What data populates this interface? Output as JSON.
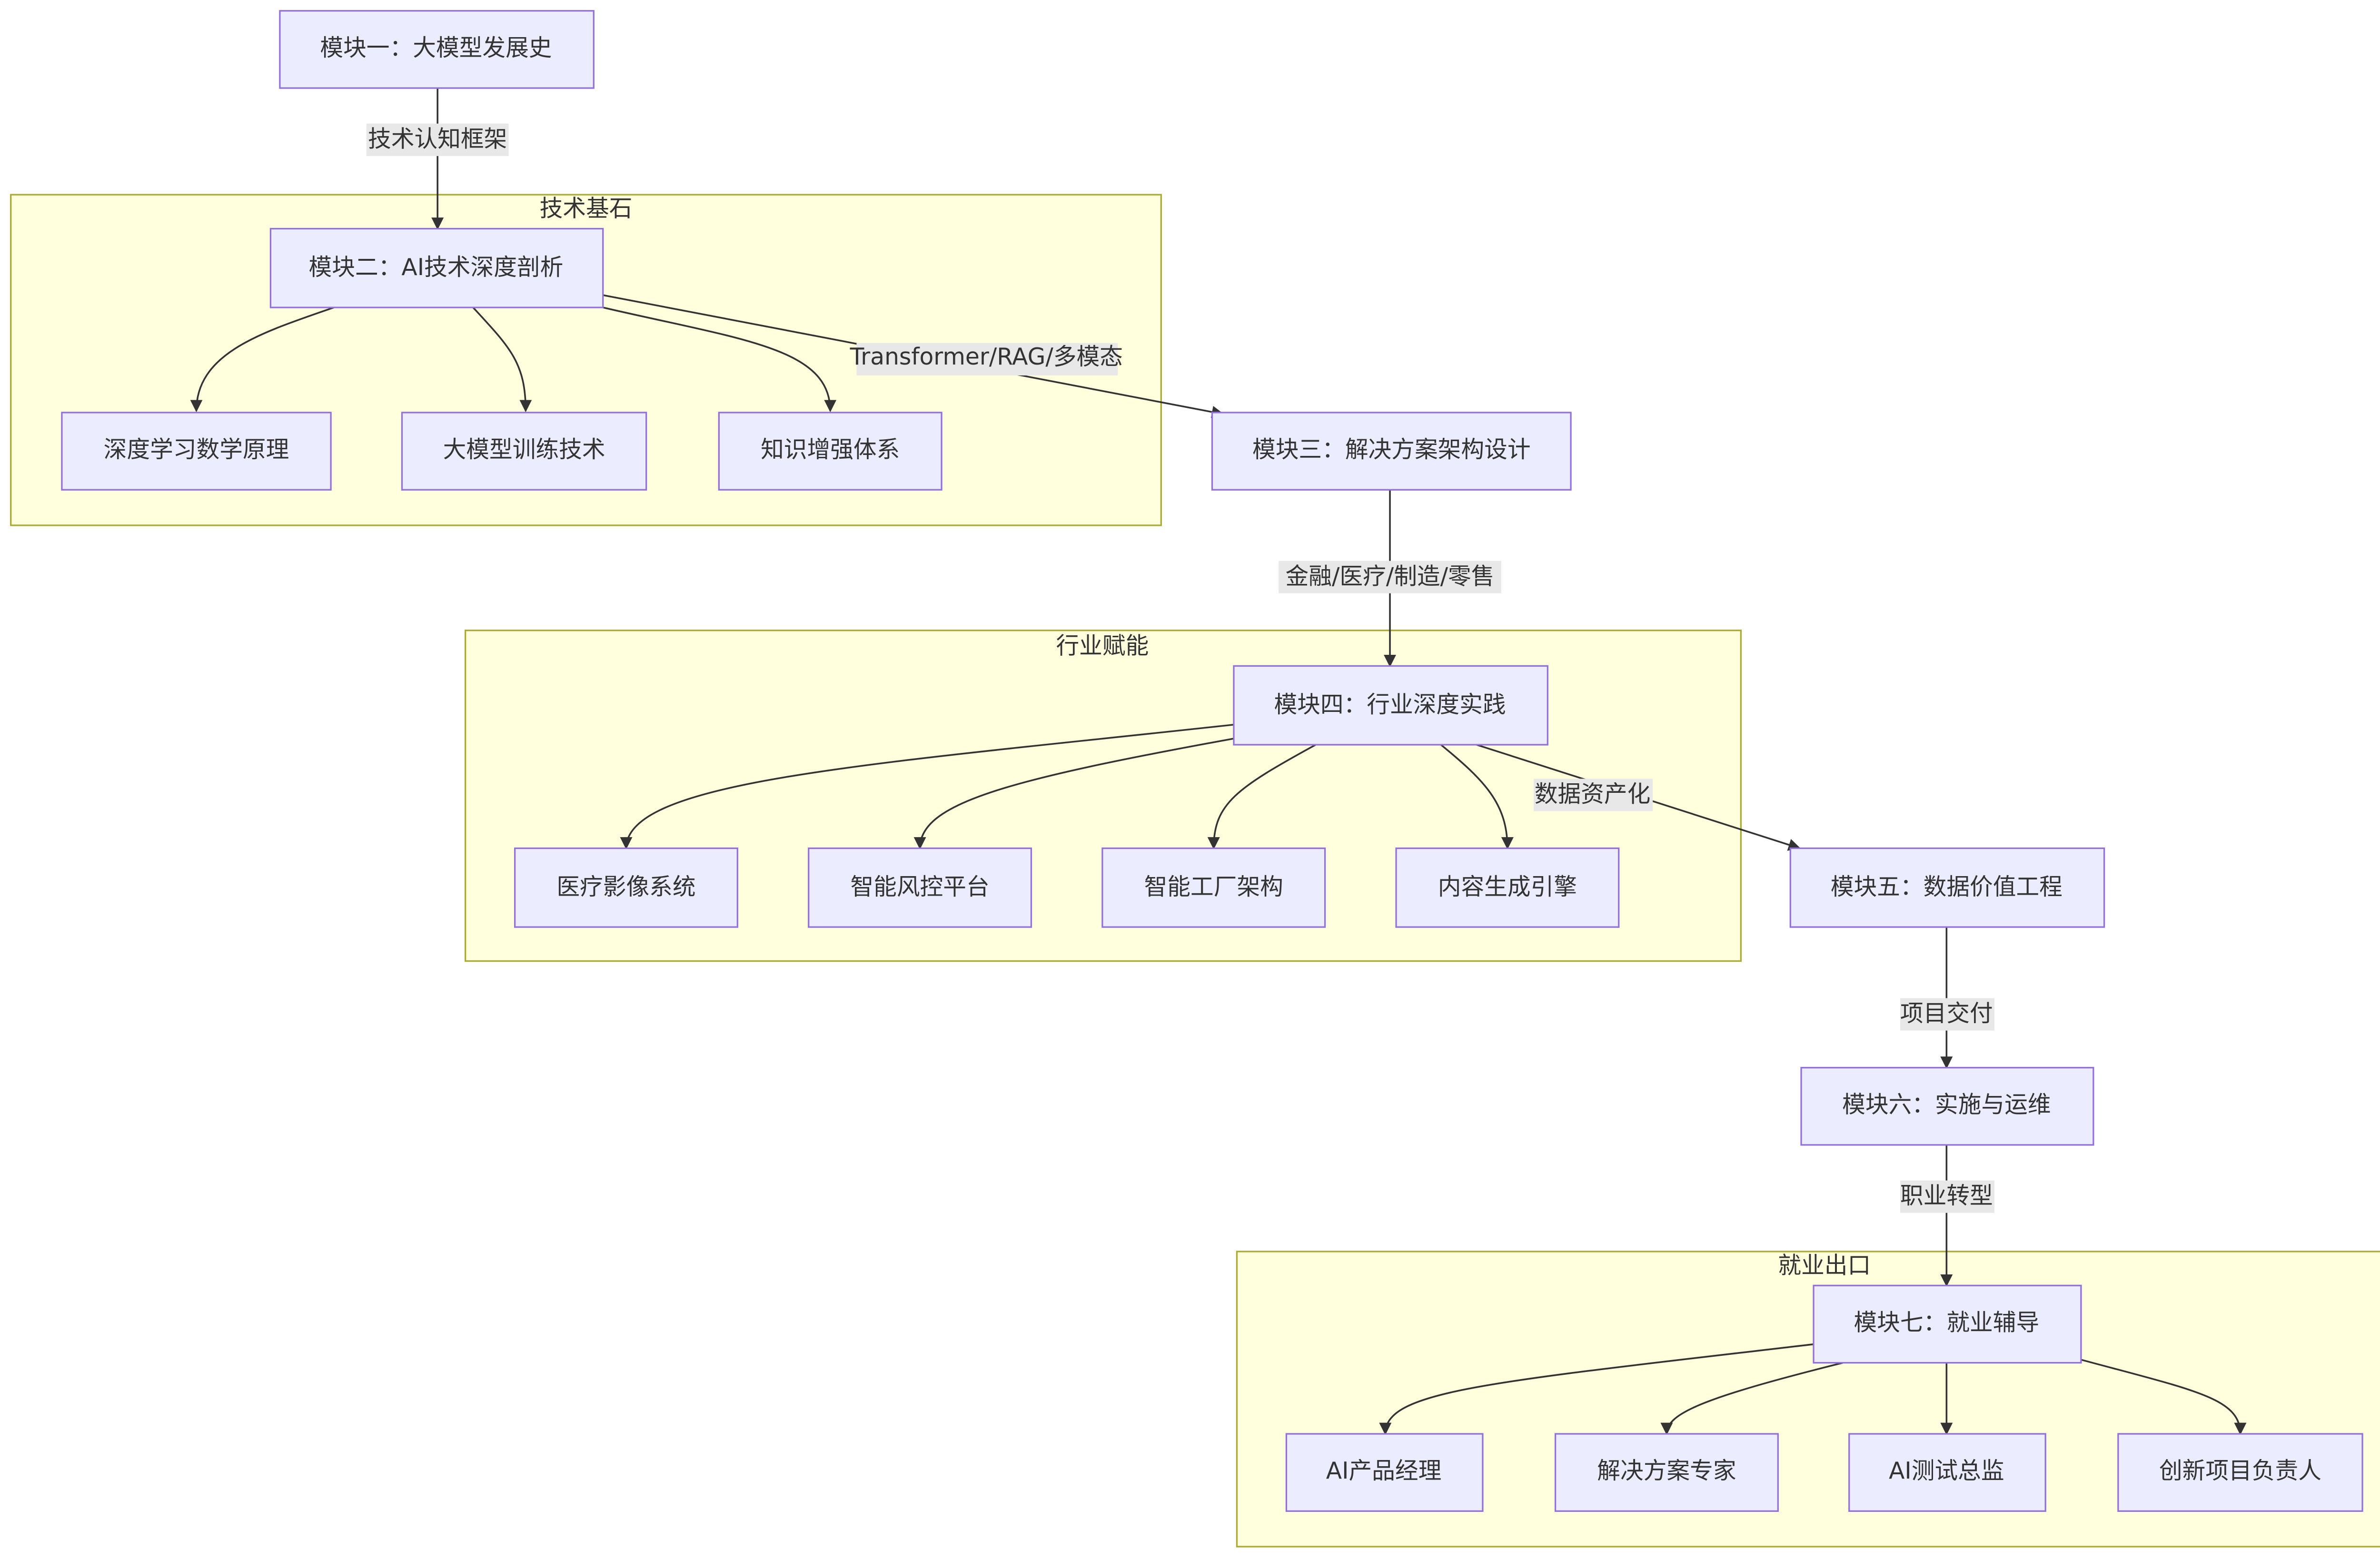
{
  "groups": {
    "tech": "技术基石",
    "industry": "行业赋能",
    "career": "就业出口"
  },
  "nodes": {
    "m1": "模块一：大模型发展史",
    "m2": "模块二：AI技术深度剖析",
    "dl_math": "深度学习数学原理",
    "llm_train": "大模型训练技术",
    "knowledge": "知识增强体系",
    "m3": "模块三：解决方案架构设计",
    "m4": "模块四：行业深度实践",
    "medical": "医疗影像系统",
    "risk": "智能风控平台",
    "factory": "智能工厂架构",
    "content": "内容生成引擎",
    "m5": "模块五：数据价值工程",
    "m6": "模块六：实施与运维",
    "m7": "模块七：就业辅导",
    "pm": "AI产品经理",
    "solution": "解决方案专家",
    "test": "AI测试总监",
    "innovation": "创新项目负责人"
  },
  "edge_labels": {
    "m1_m2": "技术认知框架",
    "m2_m3": "Transformer/RAG/多模态",
    "m3_m4": "金融/医疗/制造/零售",
    "m4_m5": "数据资产化",
    "m5_m6": "项目交付",
    "m6_m7": "职业转型"
  },
  "colors": {
    "node_fill": "#ececff",
    "node_stroke": "#9370db",
    "group_fill": "#ffffde",
    "group_stroke": "#aaaa33",
    "edge": "#333333",
    "label_bg": "#e8e8e8"
  }
}
